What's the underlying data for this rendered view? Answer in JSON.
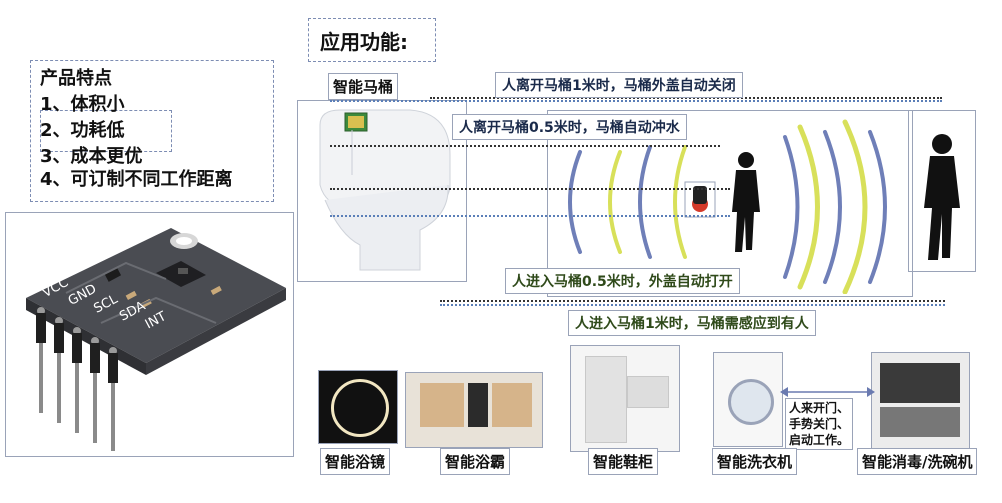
{
  "features": {
    "title": "产品特点",
    "items": [
      "1、体积小",
      "2、功耗低",
      "3、成本更优",
      "4、可订制不同工作距离"
    ]
  },
  "application": {
    "title": "应用功能:"
  },
  "toilet": {
    "label": "智能马桶"
  },
  "messages": {
    "leave_1m": "人离开马桶1米时，马桶外盖自动关闭",
    "leave_05m": "人离开马桶0.5米时，马桶自动冲水",
    "enter_05m": "人进入马桶0.5米时，外盖自动打开",
    "enter_1m": "人进入马桶1米时，马桶需感应到有人"
  },
  "sensor_pins": [
    "VCC",
    "GND",
    "SCL",
    "SDA",
    "INT"
  ],
  "products": [
    {
      "label": "智能浴镜"
    },
    {
      "label": "智能浴霸"
    },
    {
      "label": "智能鞋柜"
    },
    {
      "label": "智能洗衣机"
    },
    {
      "label": "智能消毒/洗碗机"
    }
  ],
  "washer_note": [
    "人来开门、",
    "手势关门、",
    "启动工作。"
  ],
  "colors": {
    "wave_yellow": "#d8e05a",
    "wave_blue": "#6f7fb8",
    "text_dark": "#1a2a4a",
    "text_green": "#2f4a1a"
  }
}
